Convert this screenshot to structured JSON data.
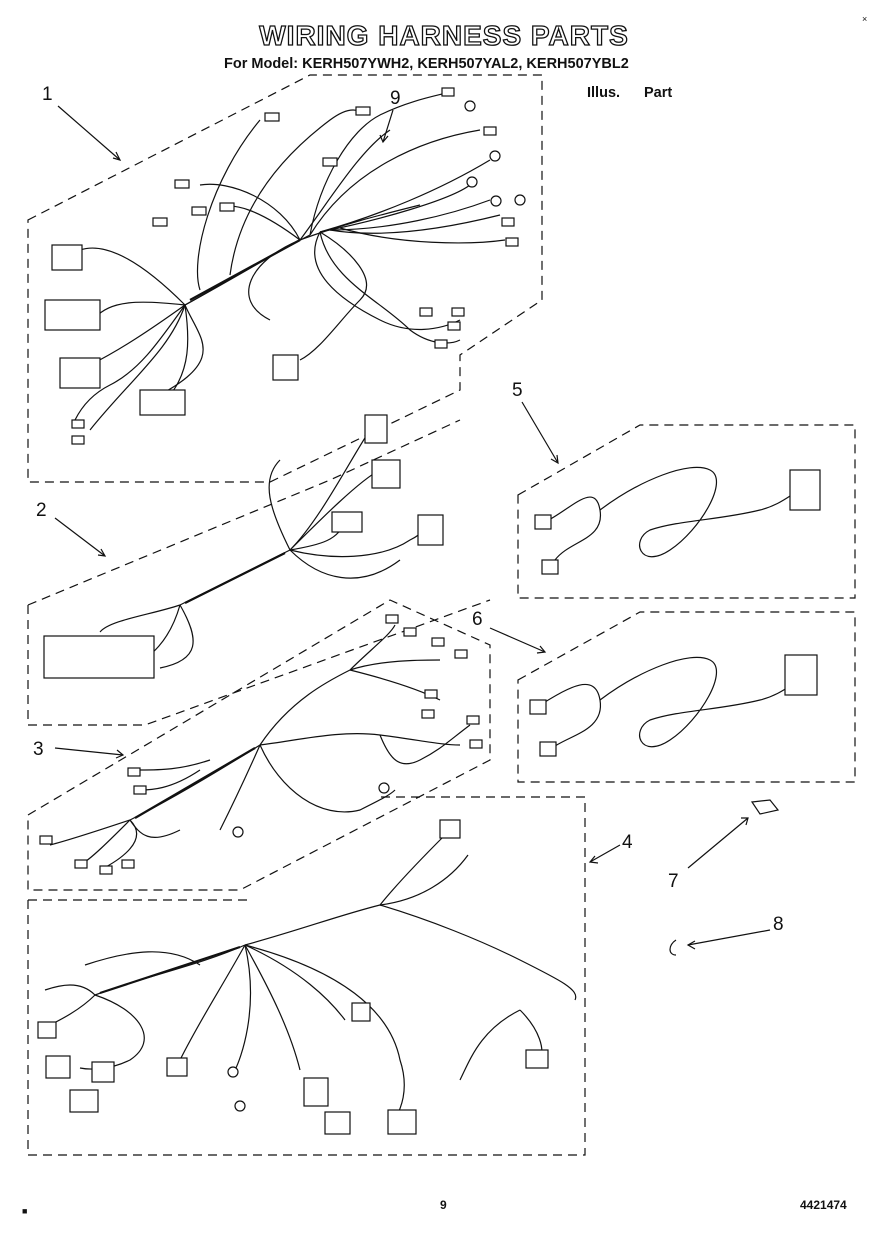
{
  "header": {
    "title": "WIRING HARNESS PARTS",
    "subtitle": "For Model: KERH507YWH2, KERH507YAL2, KERH507YBL2",
    "illus_label": "Illus.",
    "part_label": "Part"
  },
  "callouts": [
    "1",
    "9",
    "2",
    "5",
    "6",
    "3",
    "4",
    "7",
    "8"
  ],
  "footer": {
    "page_number": "9",
    "doc_number": "4421474"
  }
}
